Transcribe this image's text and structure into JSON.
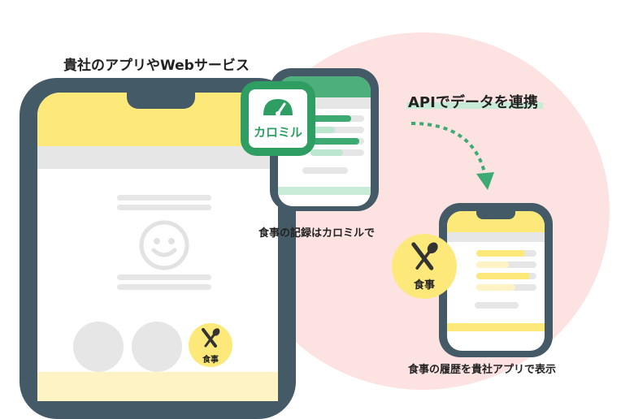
{
  "title_app": "貴社のアプリやWebサービス",
  "app_icon_label": "カロミル",
  "caption_record": "食事の記録はカロミルで",
  "api_label": "APIでデータを連携",
  "meal_badge_label": "食事",
  "caption_history": "食事の履歴を貴社アプリで表示",
  "colors": {
    "phone": "#445a66",
    "yellow": "#fde97a",
    "green": "#3daa74",
    "pink": "#fde2e2",
    "gray": "#e6e6e6"
  }
}
